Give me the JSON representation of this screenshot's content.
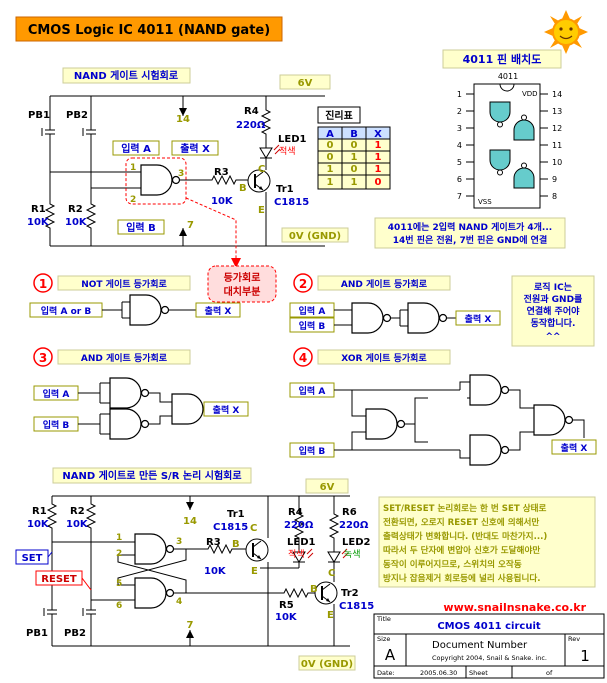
{
  "title": "CMOS Logic IC 4011 (NAND gate)",
  "test_circuit": {
    "title": "NAND 게이트 시험회로",
    "vcc": "6V",
    "gnd": "0V (GND)",
    "pb1": "PB1",
    "pb2": "PB2",
    "r1": "R1",
    "r1_val": "10K",
    "r2": "R2",
    "r2_val": "10K",
    "r3": "R3",
    "r3_val": "10K",
    "r4": "R4",
    "r4_val": "220Ω",
    "led1": "LED1",
    "led1_color": "적색",
    "tr1": "Tr1",
    "tr1_part": "C1815",
    "pin_c": "C",
    "pin_b": "B",
    "pin_e": "E",
    "pin14": "14",
    "pin7": "7",
    "g_in1": "1",
    "g_in2": "2",
    "g_out": "3",
    "input_a": "입력 A",
    "input_b": "입력 B",
    "output_x": "출력 X",
    "replace_line1": "등가회로",
    "replace_line2": "대치부분"
  },
  "truth_table": {
    "title": "진리표",
    "headers": [
      "A",
      "B",
      "X"
    ],
    "rows": [
      [
        "0",
        "0",
        "1"
      ],
      [
        "0",
        "1",
        "1"
      ],
      [
        "1",
        "0",
        "1"
      ],
      [
        "1",
        "1",
        "0"
      ]
    ]
  },
  "pinout": {
    "title": "4011 핀 배치도",
    "chip": "4011",
    "vdd": "VDD",
    "vss": "VSS",
    "left_pins": [
      "1",
      "2",
      "3",
      "4",
      "5",
      "6",
      "7"
    ],
    "right_pins": [
      "14",
      "13",
      "12",
      "11",
      "10",
      "9",
      "8"
    ],
    "note_line1": "4011에는 2입력 NAND 게이트가 4개...",
    "note_line2": "14번 핀은 전원, 7번 핀은 GND에 연결"
  },
  "eq_not": {
    "num": "1",
    "title": "NOT 게이트 등가회로",
    "input": "입력 A or B",
    "output": "출력 X"
  },
  "eq_and1": {
    "num": "2",
    "title": "AND 게이트 등가회로",
    "input_a": "입력 A",
    "input_b": "입력 B",
    "output": "출력 X"
  },
  "eq_and2": {
    "num": "3",
    "title": "AND 게이트 등가회로",
    "input_a": "입력 A",
    "input_b": "입력 B",
    "output": "출력 X"
  },
  "eq_xor": {
    "num": "4",
    "title": "XOR 게이트 등가회로",
    "input_a": "입력 A",
    "input_b": "입력 B",
    "output": "출력 X"
  },
  "logic_note": [
    "로직 IC는",
    "전원과 GND를",
    "연결해 주어야",
    "동작합니다.",
    "^^"
  ],
  "sr_circuit": {
    "title": "NAND 게이트로 만든 S/R 논리 시험회로",
    "vcc": "6V",
    "gnd": "0V (GND)",
    "r1": "R1",
    "r1_val": "10K",
    "r2": "R2",
    "r2_val": "10K",
    "r3": "R3",
    "r3_val": "10K",
    "r4": "R4",
    "r4_val": "220Ω",
    "r5": "R5",
    "r5_val": "10K",
    "r6": "R6",
    "r6_val": "220Ω",
    "tr1": "Tr1",
    "tr1_part": "C1815",
    "tr2": "Tr2",
    "tr2_part": "C1815",
    "led1": "LED1",
    "led1_color": "적색",
    "led2": "LED2",
    "led2_color": "녹색",
    "set": "SET",
    "reset": "RESET",
    "pb1": "PB1",
    "pb2": "PB2",
    "pin14": "14",
    "pin7": "7",
    "pin_c": "C",
    "pin_b": "B",
    "pin_e": "E",
    "gate_pins": [
      "1",
      "2",
      "3",
      "5",
      "6",
      "4"
    ]
  },
  "sr_note": [
    "SET/RESET 논리회로는 한 번 SET 상태로",
    "전환되면, 오로지 RESET 신호에 의해서만",
    "출력상태가 변화합니다. (반대도 마찬가지...)",
    "따라서 두 단자에 변압아 신호가 도달해야만",
    "동작이 이루어지므로, 스위치의 오작동",
    "방지나 잡음제거 회로등에 널리 사용됩니다."
  ],
  "website": "www.snailnsnake.co.kr",
  "title_block": {
    "title_label": "Title",
    "title": "CMOS 4011 circuit",
    "size_label": "Size",
    "size": "A",
    "doc_label": "Document Number",
    "copyright": "Copyright 2004, Snail & Snake. inc.",
    "rev_label": "Rev",
    "rev": "1",
    "date_label": "Date:",
    "date": "2005.06.30",
    "sheet_label": "Sheet",
    "of_label": "of"
  },
  "colors": {
    "title_bg": "#ff9900",
    "note_bg": "#ffffcc",
    "note_border": "#cccc99",
    "gold": "#999900",
    "blue": "#0000cc",
    "red": "#ff0000",
    "green": "#009900",
    "pink_bg": "#ffdddd",
    "gate_fill": "#66cccc"
  }
}
